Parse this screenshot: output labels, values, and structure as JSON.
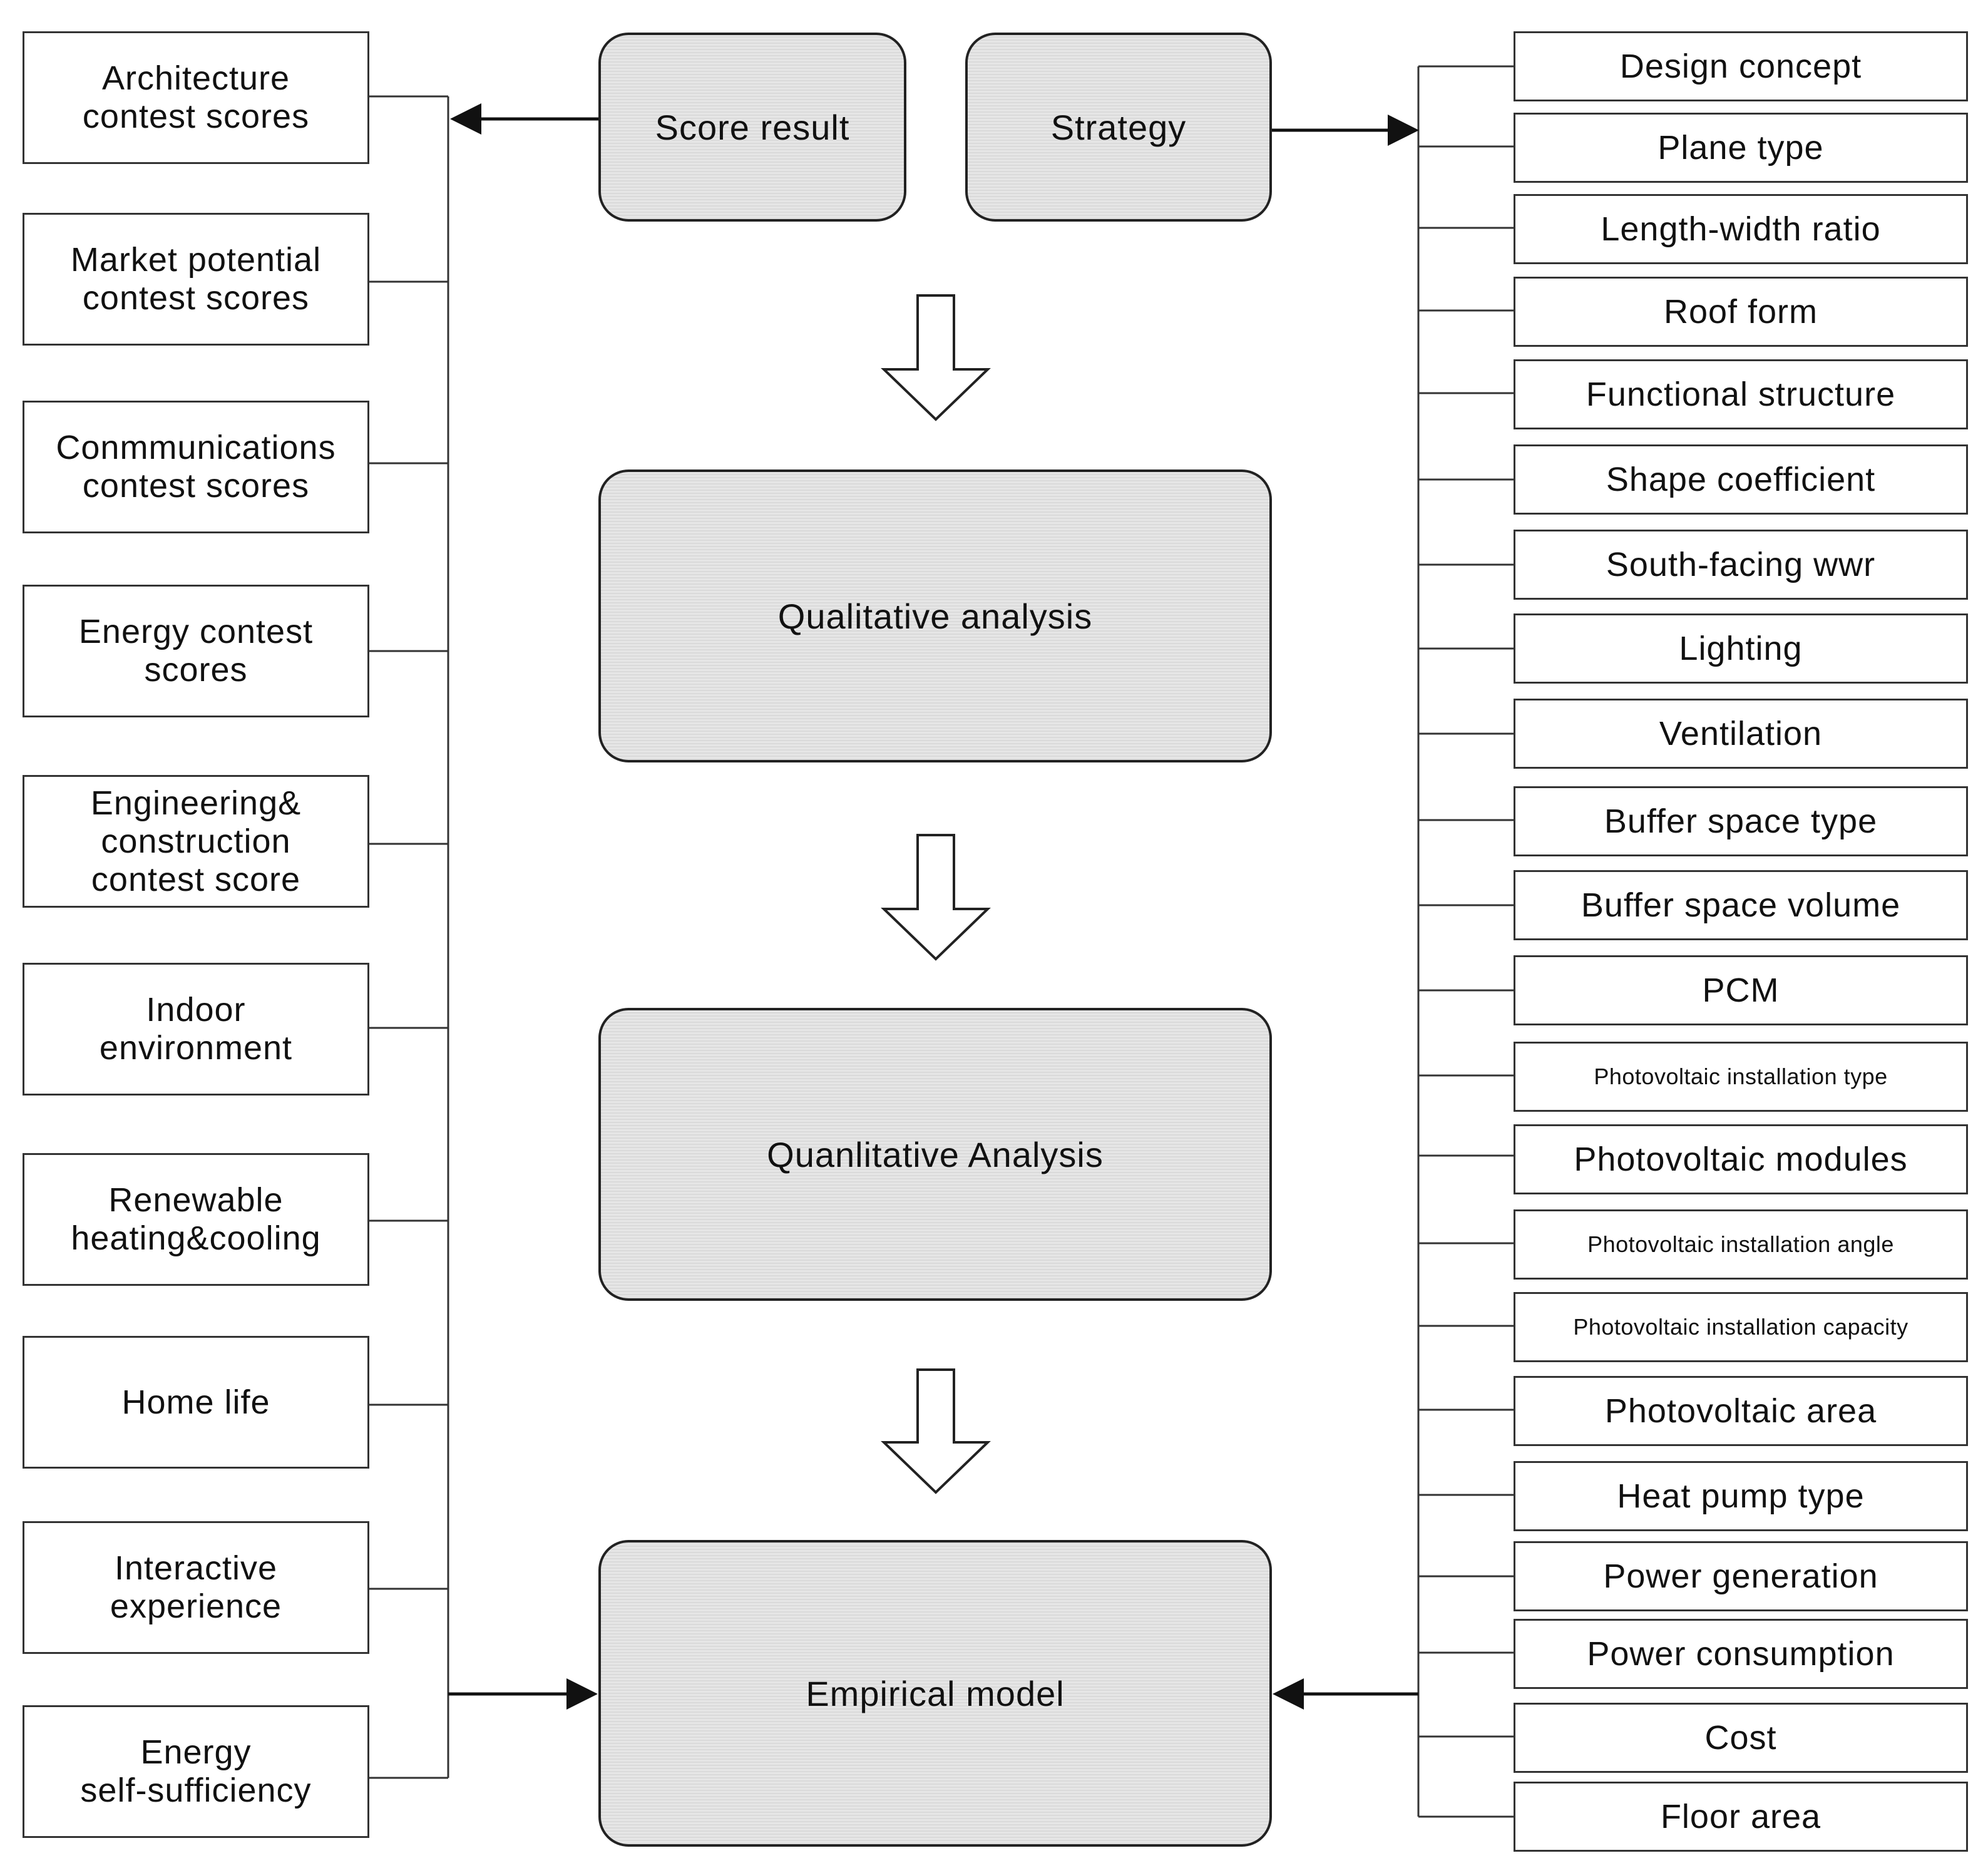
{
  "left_boxes": [
    "Architecture\ncontest scores",
    "Market potential\ncontest scores",
    "Conmmunications\ncontest scores",
    "Energy contest\nscores",
    "Engineering&\nconstruction\ncontest score",
    "Indoor\nenvironment",
    "Renewable\nheating&cooling",
    "Home life",
    "Interactive\nexperience",
    "Energy\nself-sufficiency"
  ],
  "center": {
    "score_result": "Score result",
    "strategy": "Strategy",
    "qualitative": "Qualitative analysis",
    "quanlitative": "Quanlitative Analysis",
    "empirical": "Empirical model"
  },
  "right_boxes": [
    "Design concept",
    "Plane type",
    "Length-width ratio",
    "Roof form",
    "Functional structure",
    "Shape coefficient",
    "South-facing wwr",
    "Lighting",
    "Ventilation",
    "Buffer space type",
    "Buffer space volume",
    "PCM",
    "Photovoltaic installation type",
    "Photovoltaic modules",
    "Photovoltaic installation angle",
    "Photovoltaic installation capacity",
    "Photovoltaic area",
    "Heat pump type",
    "Power generation",
    "Power consumption",
    "Cost",
    "Floor area"
  ]
}
